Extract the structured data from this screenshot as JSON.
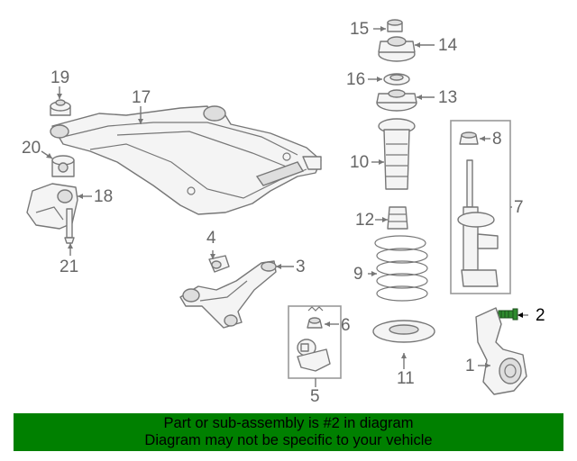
{
  "callouts": {
    "n1": "1",
    "n2": "2",
    "n3": "3",
    "n4": "4",
    "n5": "5",
    "n6": "6",
    "n7": "7",
    "n8": "8",
    "n9": "9",
    "n10": "10",
    "n11": "11",
    "n12": "12",
    "n13": "13",
    "n14": "14",
    "n15": "15",
    "n16": "16",
    "n17": "17",
    "n18": "18",
    "n19": "19",
    "n20": "20",
    "n21": "21"
  },
  "highlighted_part": "2",
  "banner": {
    "line1": "Part or sub-assembly is #2 in diagram",
    "line2": "Diagram may not be specific to your vehicle",
    "color": "#008000"
  },
  "colors": {
    "highlight_part": "#2e8b2e",
    "line": "#777777",
    "label": "#666666"
  }
}
